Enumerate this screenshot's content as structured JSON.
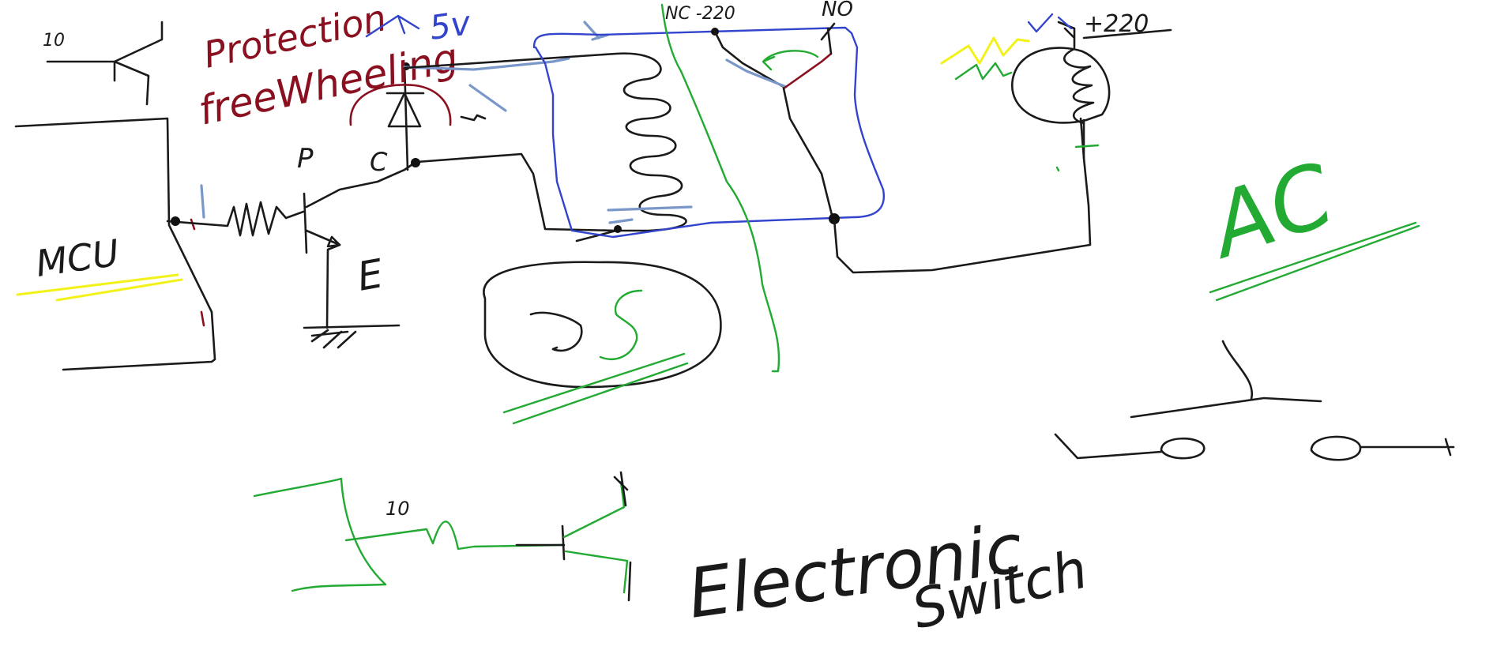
{
  "labels": {
    "ten_top": "10",
    "protection": "Protection",
    "freewheeling": "freeWheeling",
    "five_v": "5v",
    "nc_220": "NC -220",
    "no": "NO",
    "plus_220": "+220",
    "mcu": "MCU",
    "p": "P",
    "c": "C",
    "e": "E",
    "ac": "AC",
    "ten_bottom": "10",
    "electronic": "Electronic",
    "switch": "Switch"
  },
  "colors": {
    "ink_black": "#1a1a1a",
    "ink_green": "#22aa33",
    "ink_blue": "#3344cc",
    "ink_light_blue": "#7a97c9",
    "ink_dark_red": "#8a1020",
    "ink_yellow": "#f2f21a"
  }
}
